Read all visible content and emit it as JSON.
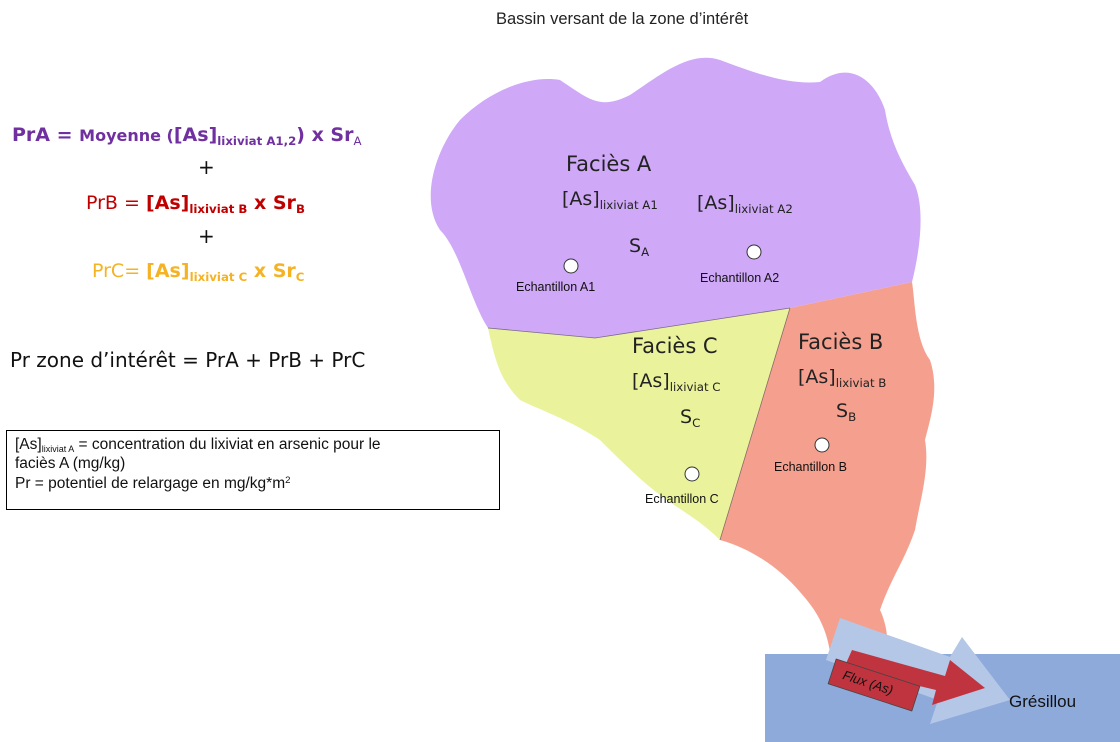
{
  "title": "Bassin versant de la zone d’intérêt",
  "formulas": {
    "pra": {
      "lhs": "PrA = ",
      "func": "Moyenne (",
      "conc": "[As]",
      "sub": "lixiviat A1,2",
      "close": ") x Sr",
      "sr_sub": "A"
    },
    "plus1": "+",
    "prb": {
      "lhs": "PrB = ",
      "conc": "[As]",
      "sub": "lixiviat B",
      "mult": " x Sr",
      "sr_sub": "B"
    },
    "plus2": "+",
    "prc": {
      "lhs": "PrC= ",
      "conc": "[As]",
      "sub": "lixiviat C",
      "mult": " x Sr",
      "sr_sub": "C"
    },
    "total": "Pr zone d’intérêt = PrA + PrB + PrC"
  },
  "legend": {
    "line1_a": "[As]",
    "line1_sub": "lixiviat A",
    "line1_b": " = concentration du lixiviat en arsenic pour le",
    "line2": "faciès A (mg/kg)",
    "line3_a": "Pr = potentiel de relargage en mg/kg*m",
    "line3_sup": "2"
  },
  "facies_a": {
    "title": "Faciès A",
    "conc1": "[As]",
    "conc1_sub": "lixiviat A1",
    "conc2": "[As]",
    "conc2_sub": "lixiviat A2",
    "surface": "S",
    "surface_sub": "A",
    "sample1": "Echantillon  A1",
    "sample2": "Echantillon  A2"
  },
  "facies_b": {
    "title": "Faciès B",
    "conc": "[As]",
    "conc_sub": "lixiviat B",
    "surface": "S",
    "surface_sub": "B",
    "sample": "Echantillon  B"
  },
  "facies_c": {
    "title": "Faciès C",
    "conc": "[As]",
    "conc_sub": "lixiviat C",
    "surface": "S",
    "surface_sub": "C",
    "sample": "Echantillon  C"
  },
  "flux_label": "Flux (As)",
  "river_label": "Grésillou",
  "colors": {
    "facies_a": "#cfa8f7",
    "facies_b": "#f5a08f",
    "facies_c": "#eaf39b",
    "river": "#8eaadb",
    "arrow_light": "#b4c7e7",
    "arrow_red": "#c0343f",
    "purple_text": "#7030a0",
    "red_text": "#c00000",
    "yellow_text": "#f5b324"
  }
}
